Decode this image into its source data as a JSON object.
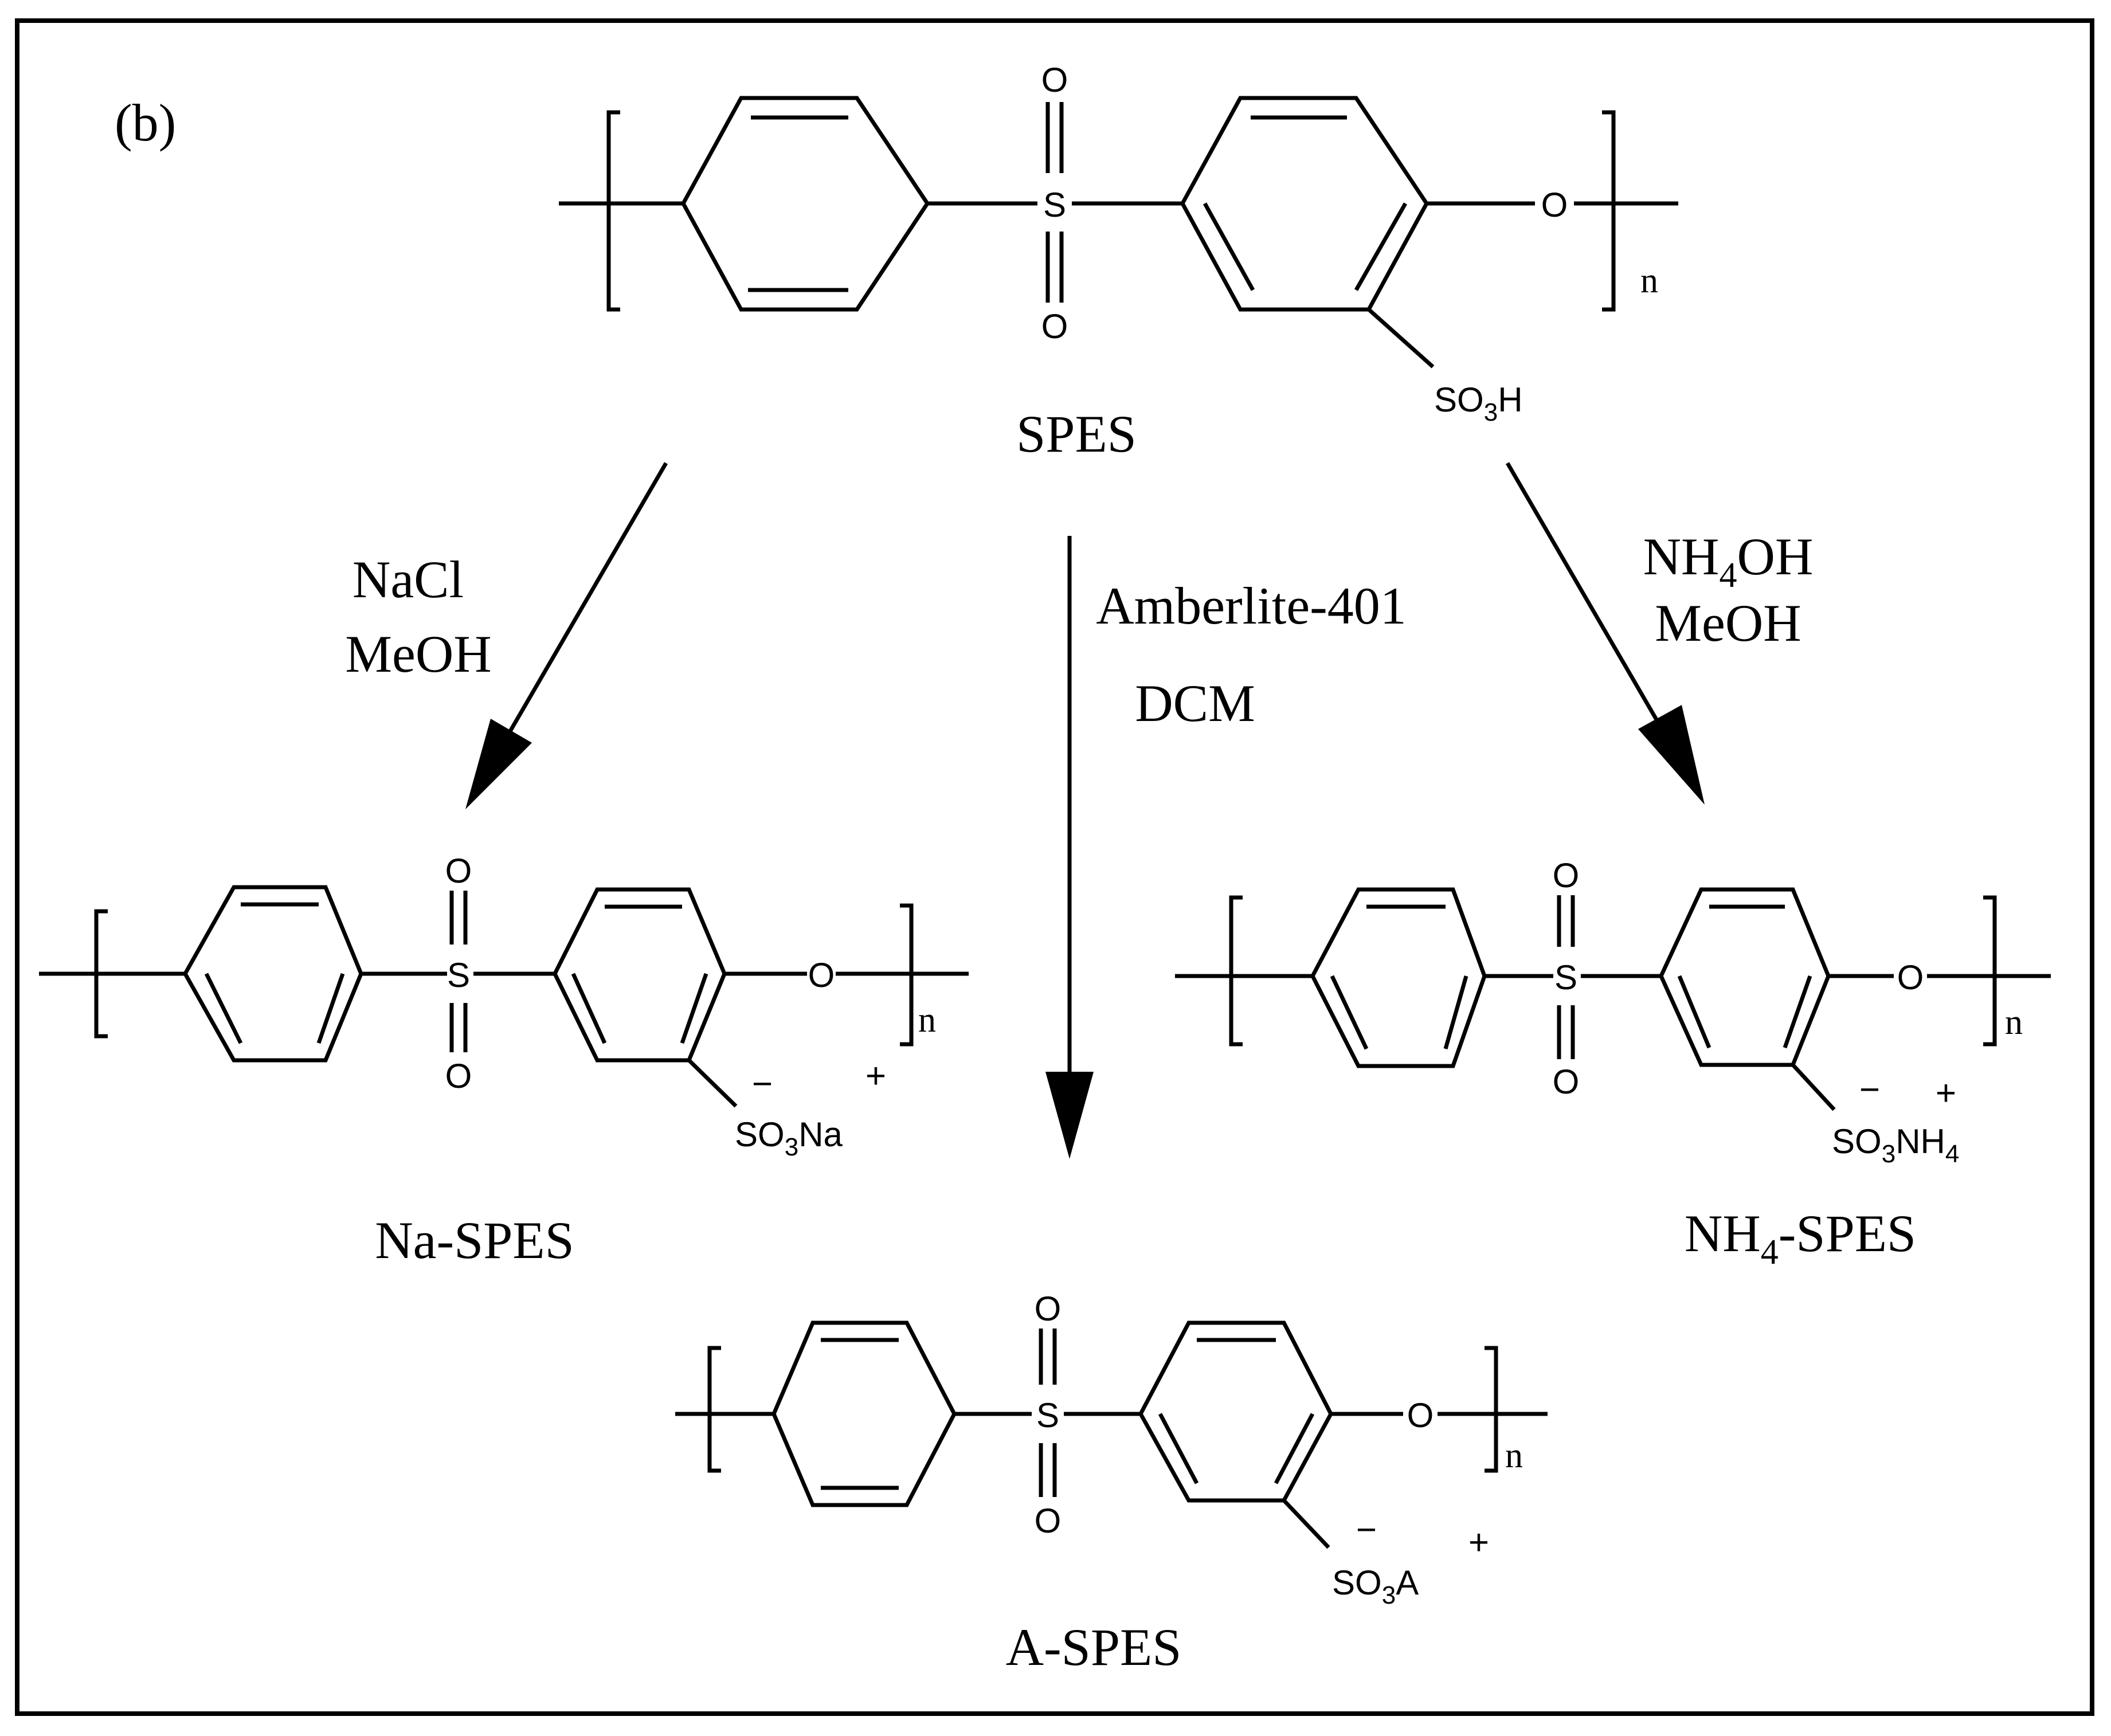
{
  "panel_label": "(b)",
  "repeat_index": "n",
  "atoms": {
    "sulfur": "S",
    "oxygen": "O"
  },
  "substituents": {
    "top": {
      "prefix": "SO",
      "sub": "3",
      "suffix": "H"
    },
    "na": {
      "prefix": "SO",
      "sub": "3",
      "suffix": "Na",
      "anion": "−",
      "cation": "+"
    },
    "nh4": {
      "prefix": "SO",
      "sub": "3",
      "suffix": "NH",
      "suffix_sub": "4",
      "anion": "−",
      "cation": "+"
    },
    "a": {
      "prefix": "SO",
      "sub": "3",
      "suffix": "A",
      "anion": "−",
      "cation": "+"
    }
  },
  "compounds": {
    "spes": "SPES",
    "na_spes": "Na-SPES",
    "nh4_spes": {
      "prefix": "NH",
      "sub": "4",
      "suffix": "-SPES"
    },
    "a_spes": "A-SPES"
  },
  "reagents": {
    "left": {
      "line1": "NaCl",
      "line2": "MeOH"
    },
    "center": {
      "line1": "Amberlite-401",
      "line2": "DCM"
    },
    "right": {
      "line1_prefix": "NH",
      "line1_sub": "4",
      "line1_suffix": "OH",
      "line2": "MeOH"
    }
  }
}
